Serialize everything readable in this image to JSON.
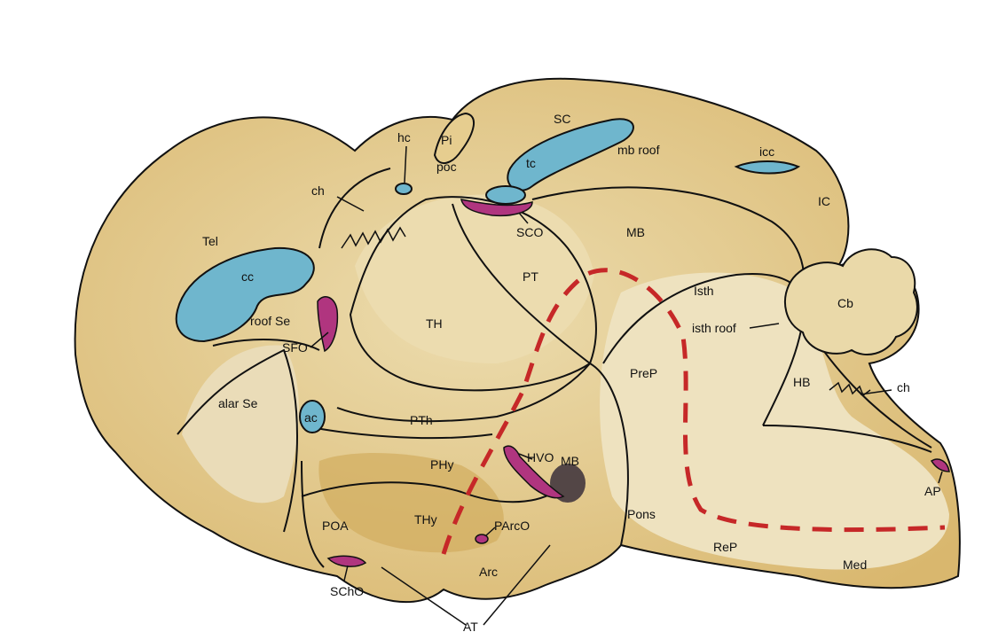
{
  "colors": {
    "tissue": "#e3c98c",
    "tissue_light": "#ead9a9",
    "tissue_dark": "#cfa85a",
    "ventricle": "#6fb6cd",
    "organ": "#b0357f",
    "boundary": "#111111",
    "dashed_line": "#c62828"
  },
  "labels": {
    "tel": "Tel",
    "cc": "cc",
    "roof_se": "roof Se",
    "sfo": "SFO",
    "alar_se": "alar Se",
    "ac": "ac",
    "poa": "POA",
    "scho": "SChO",
    "ch_top": "ch",
    "hc": "hc",
    "pi": "Pi",
    "poc": "poc",
    "tc": "tc",
    "sc": "SC",
    "mb_roof": "mb roof",
    "icc": "icc",
    "ic": "IC",
    "sco": "SCO",
    "mb_top": "MB",
    "pt": "PT",
    "th": "TH",
    "pth": "PTh",
    "phy": "PHy",
    "thy": "THy",
    "hvo": "HVO",
    "mb_bottom": "MB",
    "parco": "PArcO",
    "arc": "Arc",
    "at": "AT",
    "isth": "Isth",
    "isth_roof": "isth roof",
    "cb": "Cb",
    "prep": "PreP",
    "hb": "HB",
    "ch_right": "ch",
    "pons": "Pons",
    "rep": "ReP",
    "med": "Med",
    "ap": "AP"
  }
}
